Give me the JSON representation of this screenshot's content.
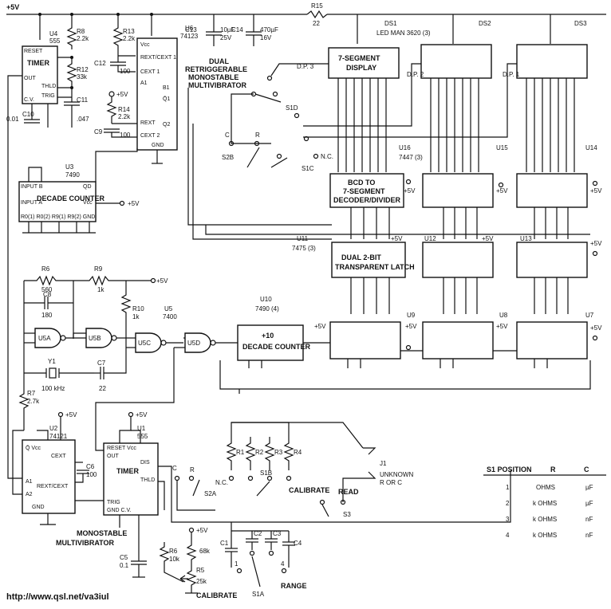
{
  "rails": {
    "vcc": "+5V"
  },
  "chips": {
    "u4": {
      "ref": "U4",
      "part": "555",
      "label": "TIMER"
    },
    "u6": {
      "ref": "U6",
      "part": "74123"
    },
    "u3": {
      "ref": "U3",
      "part": "7490",
      "label": "DECADE COUNTER"
    },
    "u5": {
      "ref": "U5",
      "part": "7400"
    },
    "u5a": "U5A",
    "u5b": "U5B",
    "u5c": "U5C",
    "u5d": "U5D",
    "u10": {
      "ref": "U10",
      "part": "7490 (4)",
      "label": "+10",
      "label2": "DECADE COUNTER"
    },
    "u9": "U9",
    "u8": "U8",
    "u7": "U7",
    "u11": {
      "ref": "U11",
      "part": "7475 (3)",
      "label": "DUAL 2-BIT",
      "label2": "TRANSPARENT LATCH"
    },
    "u12": "U12",
    "u13": "U13",
    "u16": {
      "ref": "U16",
      "part": "7447 (3)",
      "label": "BCD TO",
      "label2": "7-SEGMENT",
      "label3": "DECODER/DIVIDER"
    },
    "u15": "U15",
    "u14": "U14",
    "ds1": {
      "ref": "DS1",
      "part": "LED MAN 3620 (3)",
      "label": "7-SEGMENT",
      "label2": "DISPLAY"
    },
    "ds2": "DS2",
    "ds3": "DS3",
    "u2": {
      "ref": "U2",
      "part": "74121",
      "label": "MONOSTABLE",
      "label2": "MULTIVIBRATOR"
    },
    "u1": {
      "ref": "U1",
      "part": "555",
      "label": "TIMER"
    }
  },
  "notes": {
    "dual_mono": [
      "DUAL",
      "RETRIGGERABLE",
      "MONOSTABLE",
      "MULTIVIBRATOR"
    ]
  },
  "components": {
    "r8": "R8",
    "r8v": "2.2k",
    "r12": "R12",
    "r12v": "33k",
    "r13": "R13",
    "r13v": "2.2k",
    "r14": "R14",
    "r14v": "2.2k",
    "r15": "R15",
    "r15v": "22",
    "c11": "C11",
    "c11v": ".047",
    "c10": "C10",
    "c10v": "0.01",
    "c12": "C12",
    "c12v": "100",
    "c9": "C9",
    "c9v": "100",
    "c13": "C13",
    "c13v": "10µF",
    "c13v2": "25V",
    "c14": "C14",
    "c14v": "470µF",
    "c14v2": "16V",
    "r6": "R6",
    "r6v": "560",
    "r9": "R9",
    "r9v": "1k",
    "c8": "C8",
    "c8v": "180",
    "r10": "R10",
    "r10v": "1k",
    "y1": "Y1",
    "y1v": "100 kHz",
    "c7": "C7",
    "c7v": "22",
    "r7": "R7",
    "r7v": "2.7k",
    "c6": "C6",
    "c6v": "100",
    "r1": "R1",
    "r2": "R2",
    "r3": "R3",
    "r4": "R4",
    "c1": "C1",
    "c2": "C2",
    "c3": "C3",
    "c4": "C4",
    "c5": "C5",
    "c5v": "0.1",
    "r6b": "R6",
    "r6bv": "10k",
    "r5": "R5",
    "r5v": "25k",
    "r68": "68k",
    "dp3": "D.P. 3",
    "dp2": "D.P. 2",
    "dp1": "D.P. 1"
  },
  "switches": {
    "s1d": "S1D",
    "s2b": "S2B",
    "s1c": "S1C",
    "nc": "N.C.",
    "c_lbl": "C",
    "r_lbl": "R",
    "s2a": "S2A",
    "s1b": "S1B",
    "nc2": "N.C.",
    "calibrate": "CALIBRATE",
    "read": "READ",
    "s3": "S3",
    "s1a": "S1A",
    "range": "RANGE",
    "calibrate2": "CALIBRATE",
    "j1": "J1",
    "unknown": "UNKNOWN",
    "unknown2": "R OR C",
    "c_lbl2": "C",
    "r_lbl2": "R"
  },
  "table": {
    "headers": [
      "S1 POSITION",
      "R",
      "C"
    ],
    "rows": [
      [
        "1",
        "OHMS",
        "µF"
      ],
      [
        "2",
        "k OHMS",
        "µF"
      ],
      [
        "3",
        "k OHMS",
        "nF"
      ],
      [
        "4",
        "k OHMS",
        "nF"
      ]
    ]
  },
  "footer": {
    "url": "http://www.qsl.net/va3iul"
  }
}
